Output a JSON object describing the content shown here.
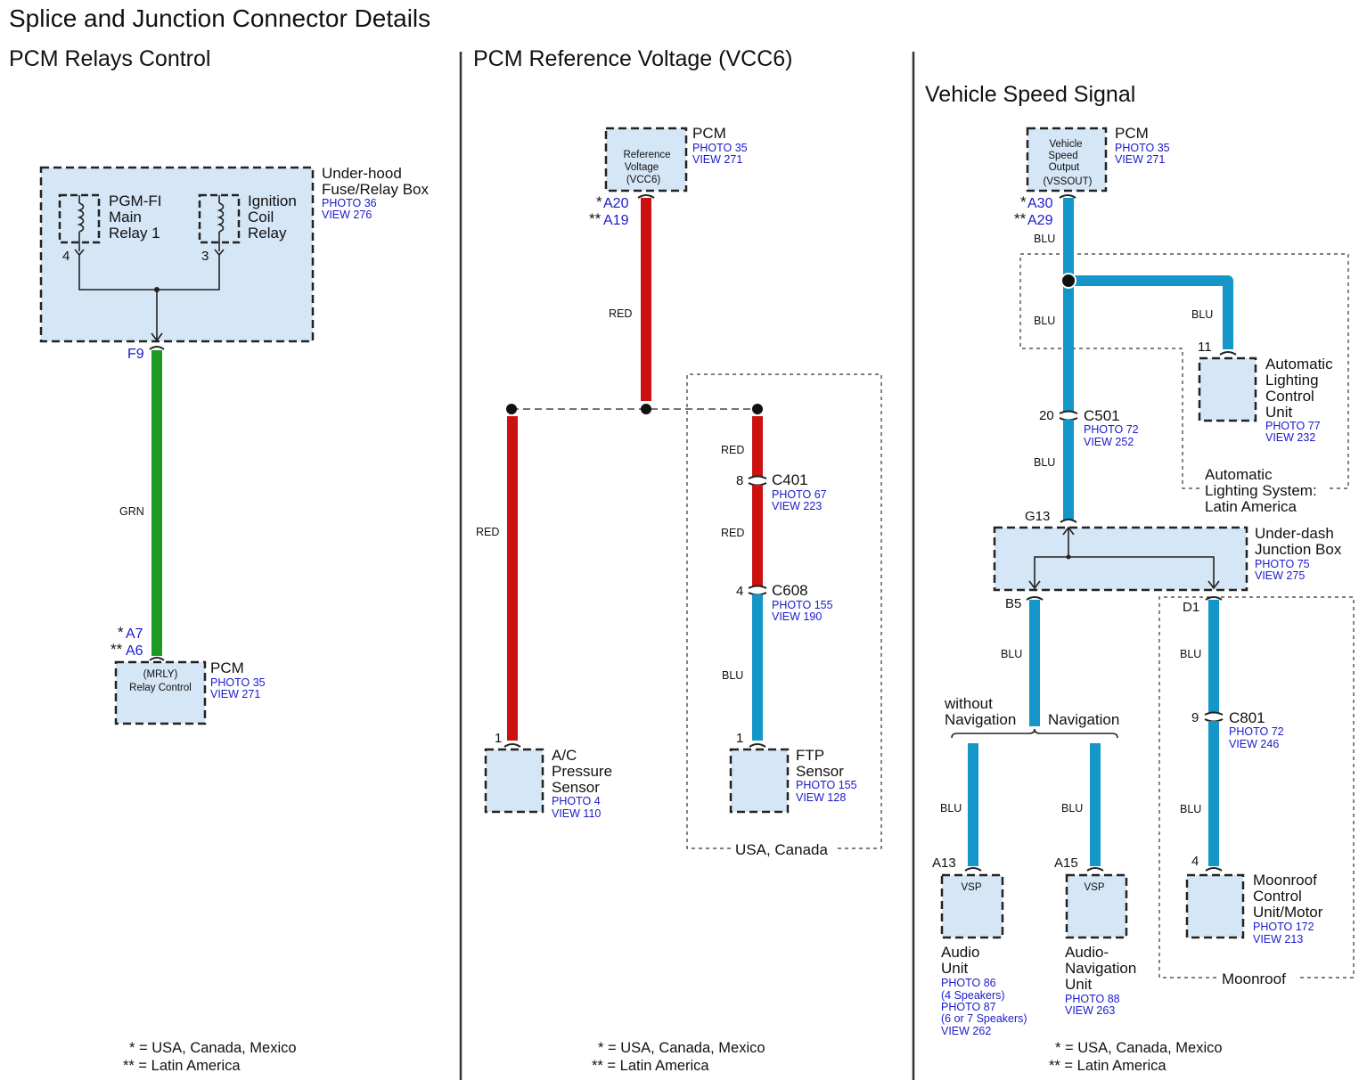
{
  "page_title": "Splice and Junction Connector Details",
  "footnotes": {
    "star": "* = USA, Canada, Mexico",
    "dstar": "** = Latin America"
  },
  "relays": {
    "title": "PCM Relays Control",
    "box_l1": "Under-hood",
    "box_l2": "Fuse/Relay Box",
    "box_photo": "PHOTO 36",
    "box_view": "VIEW 276",
    "relay1_l1": "PGM-FI",
    "relay1_l2": "Main",
    "relay1_l3": "Relay 1",
    "relay2_l1": "Ignition",
    "relay2_l2": "Coil",
    "relay2_l3": "Relay",
    "pin_4": "4",
    "pin_3": "3",
    "pin_f9": "F9",
    "wire": "GRN",
    "pin_a7": "A7",
    "pin_a6": "A6",
    "pcm_label": "PCM",
    "pcm_in1": "(MRLY)",
    "pcm_in2": "Relay Control",
    "pcm_photo": "PHOTO 35",
    "pcm_view": "VIEW 271"
  },
  "vcc6": {
    "title": "PCM Reference Voltage (VCC6)",
    "pcm_label": "PCM",
    "pcm_in1": "Reference",
    "pcm_in2": "Voltage",
    "pcm_in3": "(VCC6)",
    "pcm_photo": "PHOTO 35",
    "pcm_view": "VIEW 271",
    "pin_a20": "A20",
    "pin_a19": "A19",
    "wire_red": "RED",
    "wire_blu": "BLU",
    "c401": "C401",
    "c401_pin": "8",
    "c401_photo": "PHOTO 67",
    "c401_view": "VIEW 223",
    "c608": "C608",
    "c608_pin": "4",
    "c608_photo": "PHOTO 155",
    "c608_view": "VIEW 190",
    "ac_pin": "1",
    "ac_l1": "A/C",
    "ac_l2": "Pressure",
    "ac_l3": "Sensor",
    "ac_photo": "PHOTO 4",
    "ac_view": "VIEW 110",
    "ftp_pin": "1",
    "ftp_l1": "FTP",
    "ftp_l2": "Sensor",
    "ftp_photo": "PHOTO 155",
    "ftp_view": "VIEW 128",
    "zone": "USA, Canada"
  },
  "vss": {
    "title": "Vehicle Speed Signal",
    "pcm_label": "PCM",
    "pcm_in1": "Vehicle",
    "pcm_in2": "Speed",
    "pcm_in3": "Output",
    "pcm_in4": "(VSSOUT)",
    "pcm_photo": "PHOTO 35",
    "pcm_view": "VIEW 271",
    "pin_a30": "A30",
    "pin_a29": "A29",
    "wire": "BLU",
    "alc_pin": "11",
    "alc_l1": "Automatic",
    "alc_l2": "Lighting",
    "alc_l3": "Control",
    "alc_l4": "Unit",
    "alc_photo": "PHOTO 77",
    "alc_view": "VIEW 232",
    "alc_zone1": "Automatic",
    "alc_zone2": "Lighting System:",
    "alc_zone3": "Latin America",
    "c501": "C501",
    "c501_pin": "20",
    "c501_photo": "PHOTO 72",
    "c501_view": "VIEW 252",
    "g13": "G13",
    "jb_l1": "Under-dash",
    "jb_l2": "Junction Box",
    "jb_photo": "PHOTO 75",
    "jb_view": "VIEW 275",
    "b5": "B5",
    "d1": "D1",
    "nonav_l1": "without",
    "nonav_l2": "Navigation",
    "nav": "Navigation",
    "c801": "C801",
    "c801_pin": "9",
    "c801_photo": "PHOTO 72",
    "c801_view": "VIEW 246",
    "a13": "A13",
    "a15": "A15",
    "mr_pin": "4",
    "vsp": "VSP",
    "au_l1": "Audio",
    "au_l2": "Unit",
    "au_p1": "PHOTO 86",
    "au_p2": "(4 Speakers)",
    "au_p3": "PHOTO 87",
    "au_p4": "(6 or 7 Speakers)",
    "au_view": "VIEW 262",
    "an_l1": "Audio-",
    "an_l2": "Navigation",
    "an_l3": "Unit",
    "an_photo": "PHOTO 88",
    "an_view": "VIEW 263",
    "mr_l1": "Moonroof",
    "mr_l2": "Control",
    "mr_l3": "Unit/Motor",
    "mr_photo": "PHOTO 172",
    "mr_view": "VIEW 213",
    "mr_zone": "Moonroof"
  }
}
